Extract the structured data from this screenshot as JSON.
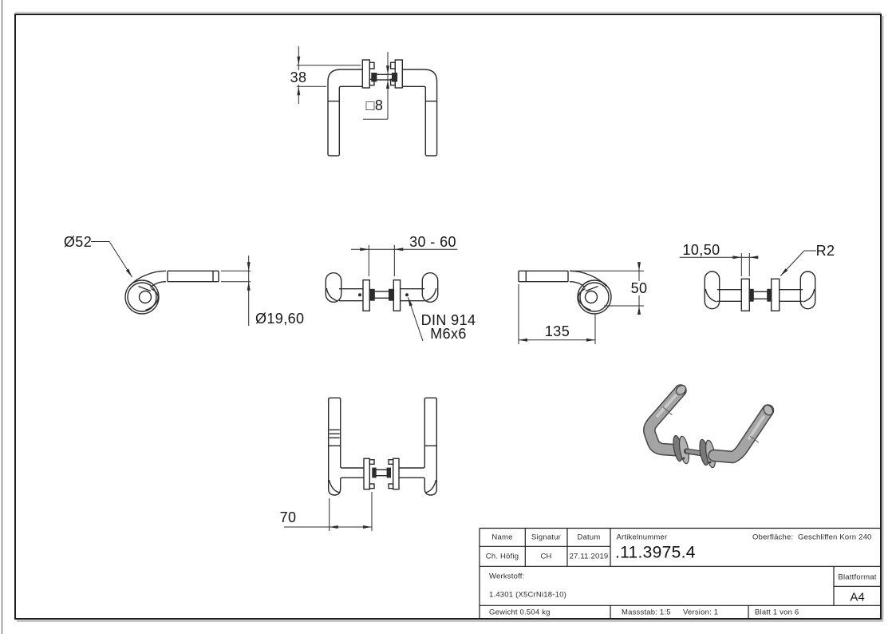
{
  "page": {
    "bg_color": "#ffffff",
    "frame_color": "#1d1d1d",
    "line_color": "#2b2b2b",
    "render_gray": "#a4a4a4"
  },
  "dimensions": {
    "dim_38": "38",
    "dim_square8": "□8",
    "dia_52": "Ø52",
    "dia_19_60": "Ø19,60",
    "dim_30_60": "30 - 60",
    "din_914": "DIN 914",
    "m6x6": "M6x6",
    "dim_50": "50",
    "dim_135": "135",
    "dim_10_50": "10,50",
    "r2": "R2",
    "dim_70": "70"
  },
  "title_block": {
    "name_label": "Name",
    "name_value": "Ch. Höfig",
    "signatur_label": "Signatur",
    "signatur_value": "CH",
    "datum_label": "Datum",
    "datum_value": "27.11.2019",
    "artikelnummer_label": "Artikelnummer",
    "artikelnummer_value": ".11.3975.4",
    "oberflaeche": "Oberfläche:  Geschliffen Korn 240",
    "werkstoff_label": "Werkstoff:",
    "werkstoff_value": "1.4301 (X5CrNi18-10)",
    "blattformat_label": "Blattformat",
    "blattformat_value": "A4",
    "gewicht": "Gewicht 0.504 kg",
    "massstab": "Massstab: 1:5",
    "version": "Version: 1",
    "blatt": "Blatt 1 von 6"
  }
}
